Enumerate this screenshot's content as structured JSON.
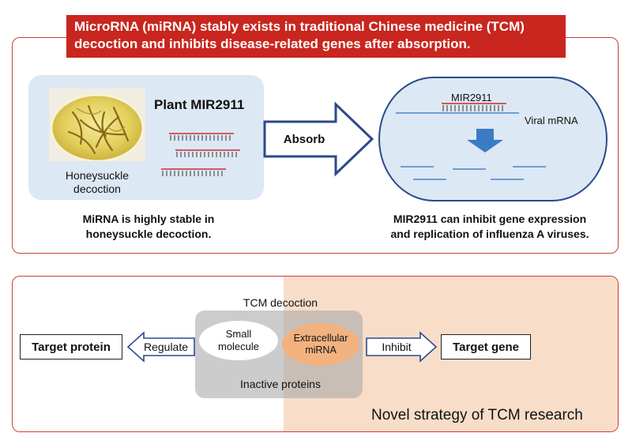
{
  "top": {
    "banner_line1": "MicroRNA (miRNA) stably exists in traditional Chinese medicine (TCM)",
    "banner_line2": "decoction and inhibits disease-related genes after absorption.",
    "plant_label": "Plant MIR2911",
    "decoction_label_line1": "Honeysuckle",
    "decoction_label_line2": "decoction",
    "absorb_label": "Absorb",
    "cell_mir_label": "MIR2911",
    "viral_mrna_label": "Viral mRNA",
    "caption_left_line1": "MiRNA is highly stable in",
    "caption_left_line2": "honeysuckle decoction.",
    "caption_right_line1": "MIR2911 can inhibit gene expression",
    "caption_right_line2": "and replication of influenza A viruses."
  },
  "bottom": {
    "tcm_decoction_label": "TCM decoction",
    "small_molecule_line1": "Small",
    "small_molecule_line2": "molecule",
    "extracellular_line1": "Extracellular",
    "extracellular_line2": "miRNA",
    "inactive_proteins_label": "Inactive proteins",
    "regulate_label": "Regulate",
    "inhibit_label": "Inhibit",
    "target_protein_label": "Target protein",
    "target_gene_label": "Target gene",
    "novel_strategy_label": "Novel strategy of TCM research"
  },
  "colors": {
    "panel_border": "#c8403a",
    "banner_bg": "#c8261e",
    "light_blue": "#dce8f4",
    "arrow_blue": "#2b4a8c",
    "peach": "#f8ddc9",
    "orange_ellipse": "#f2b27f",
    "gray_box": "#c9c9c9"
  }
}
